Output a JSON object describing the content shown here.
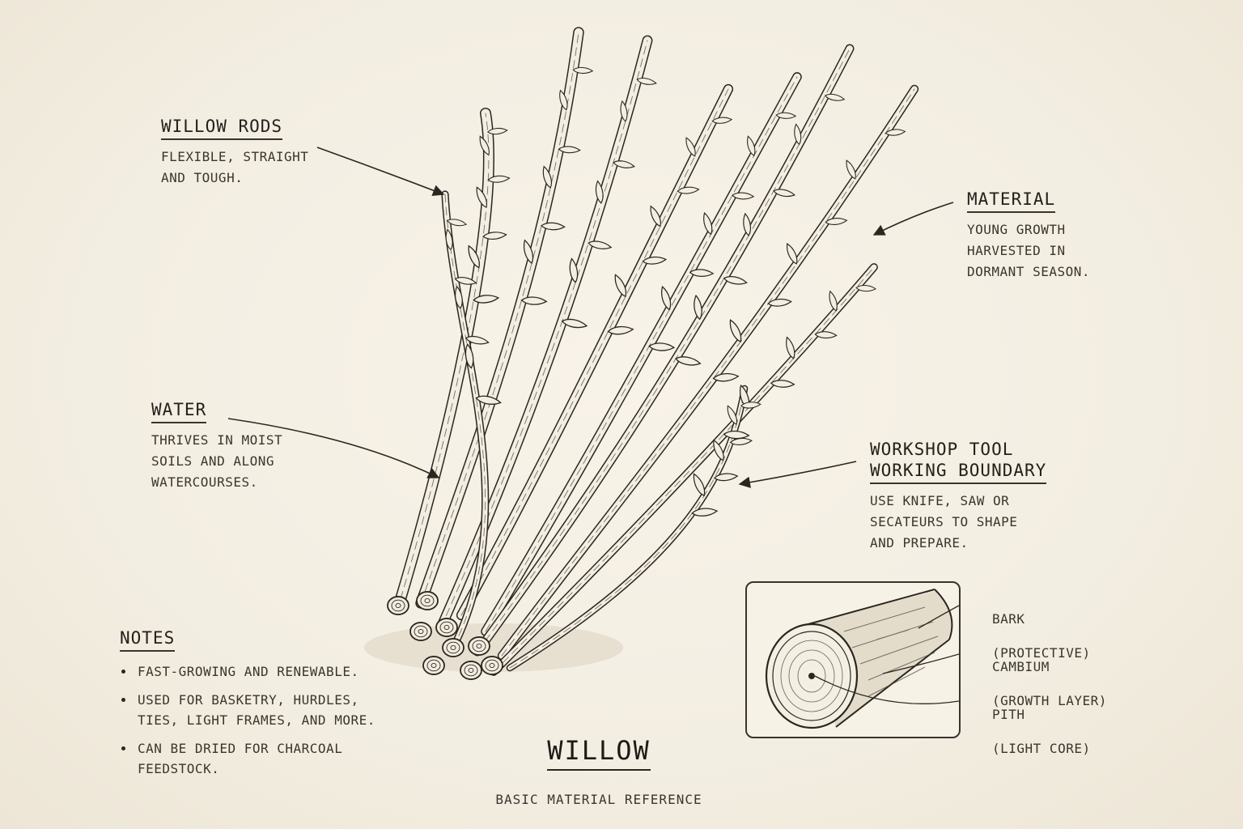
{
  "title": "WILLOW",
  "subtitle": "BASIC MATERIAL REFERENCE",
  "callouts": {
    "willow_rods": {
      "heading": "WILLOW RODS",
      "text": "FLEXIBLE, STRAIGHT\nAND TOUGH."
    },
    "material": {
      "heading": "MATERIAL",
      "text": "YOUNG GROWTH\nHARVESTED IN\nDORMANT SEASON."
    },
    "water": {
      "heading": "WATER",
      "text": "THRIVES IN MOIST\nSOILS AND ALONG\nWATERCOURSES."
    },
    "workshop": {
      "heading_line1": "WORKSHOP TOOL",
      "heading_line2": "WORKING BOUNDARY",
      "text": "USE KNIFE, SAW OR\nSECATEURS TO SHAPE\nAND PREPARE."
    }
  },
  "notes": {
    "heading": "NOTES",
    "items": [
      "FAST-GROWING AND RENEWABLE.",
      "USED FOR BASKETRY, HURDLES, TIES, LIGHT FRAMES, AND MORE.",
      "CAN BE DRIED FOR CHARCOAL FEEDSTOCK."
    ]
  },
  "cross_section": {
    "bark": {
      "name": "BARK",
      "desc": "(PROTECTIVE)"
    },
    "cambium": {
      "name": "CAMBIUM",
      "desc": "(GROWTH LAYER)"
    },
    "pith": {
      "name": "PITH",
      "desc": "(LIGHT CORE)"
    }
  },
  "colors": {
    "paper": "#f5f0e4",
    "ink": "#2b2620"
  },
  "icons": [
    "willow-bundle-illustration",
    "willow-rod-cross-section"
  ]
}
